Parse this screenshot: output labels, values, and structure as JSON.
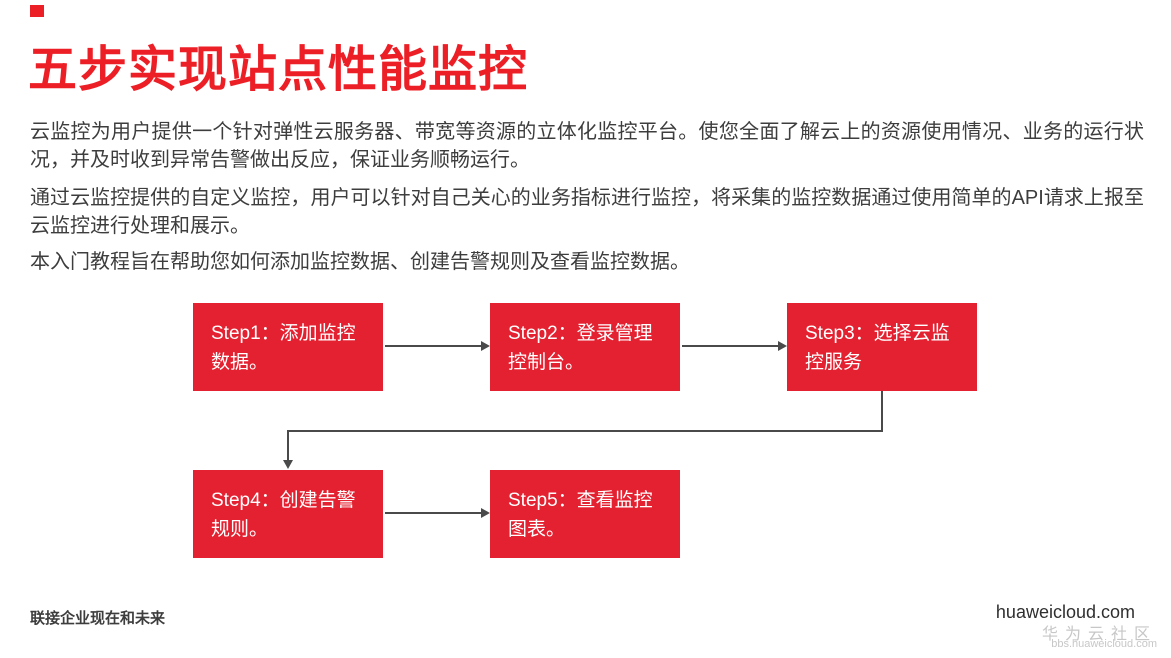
{
  "colors": {
    "title_red": "#ED1F26",
    "box_red": "#E32130",
    "arrow_gray": "#4A4A4A",
    "text_gray": "#3D3D3D",
    "watermark_gray": "#C7C7C7"
  },
  "slide": {
    "title": "五步实现站点性能监控",
    "paragraphs": [
      "云监控为用户提供一个针对弹性云服务器、带宽等资源的立体化监控平台。使您全面了解云上的资源使用情况、业务的运行状况，并及时收到异常告警做出反应，保证业务顺畅运行。",
      "通过云监控提供的自定义监控，用户可以针对自己关心的业务指标进行监控，将采集的监控数据通过使用简单的API请求上报至云监控进行处理和展示。",
      "本入门教程旨在帮助您如何添加监控数据、创建告警规则及查看监控数据。"
    ],
    "footer": {
      "tagline": "联接企业现在和未来",
      "site": "huaweicloud.com"
    },
    "watermark": {
      "community": "华为云社区",
      "url": "bbs.huaweicloud.com"
    }
  },
  "flow": {
    "steps": [
      {
        "id": "step1",
        "label": "Step1：添加监控数据。"
      },
      {
        "id": "step2",
        "label": "Step2：登录管理控制台。"
      },
      {
        "id": "step3",
        "label": "Step3：选择云监控服务"
      },
      {
        "id": "step4",
        "label": "Step4：创建告警规则。"
      },
      {
        "id": "step5",
        "label": "Step5：查看监控图表。"
      }
    ]
  }
}
